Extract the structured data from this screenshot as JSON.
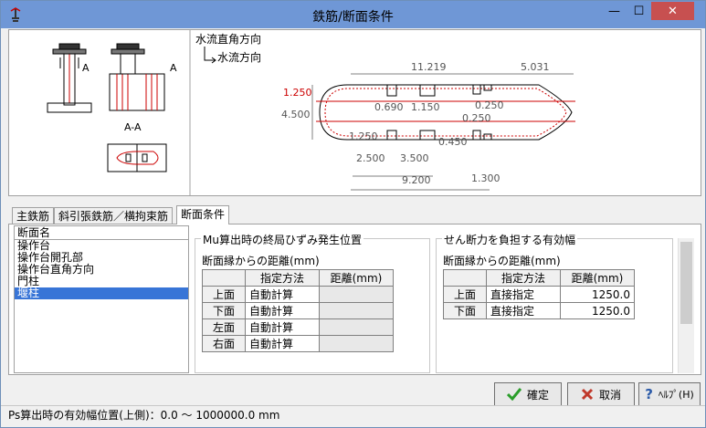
{
  "window": {
    "title": "鉄筋/断面条件"
  },
  "figure": {
    "aa_label": "A-A",
    "a_mark": "A",
    "dir_vertical": "水流直角方向",
    "dir_flow": "水流方向",
    "dims": {
      "d11219": "11.219",
      "d5031": "5.031",
      "d1250a": "1.250",
      "d4500": "4.500",
      "d0690": "0.690",
      "d1150": "1.150",
      "d0250a": "0.250",
      "d0250b": "0.250",
      "d1250b": "1.250",
      "d0450": "0.450",
      "d2500": "2.500",
      "d3500": "3.500",
      "d1300": "1.300",
      "d9200": "9.200"
    }
  },
  "tabs": [
    {
      "label": "主鉄筋"
    },
    {
      "label": "斜引張鉄筋／横拘束筋"
    },
    {
      "label": "断面条件"
    }
  ],
  "list": {
    "header": "断面名",
    "items": [
      "操作台",
      "操作台開孔部",
      "操作台直角方向",
      "門柱",
      "堰柱"
    ],
    "selected": 4
  },
  "left_group": {
    "title": "Mu算出時の終局ひずみ発生位置",
    "subtitle": "断面縁からの距離(mm)",
    "col_method": "指定方法",
    "col_distance": "距離(mm)",
    "rows": [
      {
        "label": "上面",
        "method": "自動計算",
        "distance": ""
      },
      {
        "label": "下面",
        "method": "自動計算",
        "distance": ""
      },
      {
        "label": "左面",
        "method": "自動計算",
        "distance": ""
      },
      {
        "label": "右面",
        "method": "自動計算",
        "distance": ""
      }
    ]
  },
  "right_group": {
    "title": "せん断力を負担する有効幅",
    "subtitle": "断面縁からの距離(mm)",
    "col_method": "指定方法",
    "col_distance": "距離(mm)",
    "rows": [
      {
        "label": "上面",
        "method": "直接指定",
        "distance": "1250.0"
      },
      {
        "label": "下面",
        "method": "直接指定",
        "distance": "1250.0"
      }
    ]
  },
  "buttons": {
    "ok": "確定",
    "cancel": "取消",
    "help": "ﾍﾙﾌﾟ(H)"
  },
  "status": "Ps算出時の有効幅位置(上側)：0.0 ～ 1000000.0 mm",
  "colors": {
    "titlebar": "#6f97d6",
    "close": "#c75050",
    "selection": "#3875d7",
    "ok_check": "#2a9d2a",
    "cancel_x": "#c0392b"
  }
}
